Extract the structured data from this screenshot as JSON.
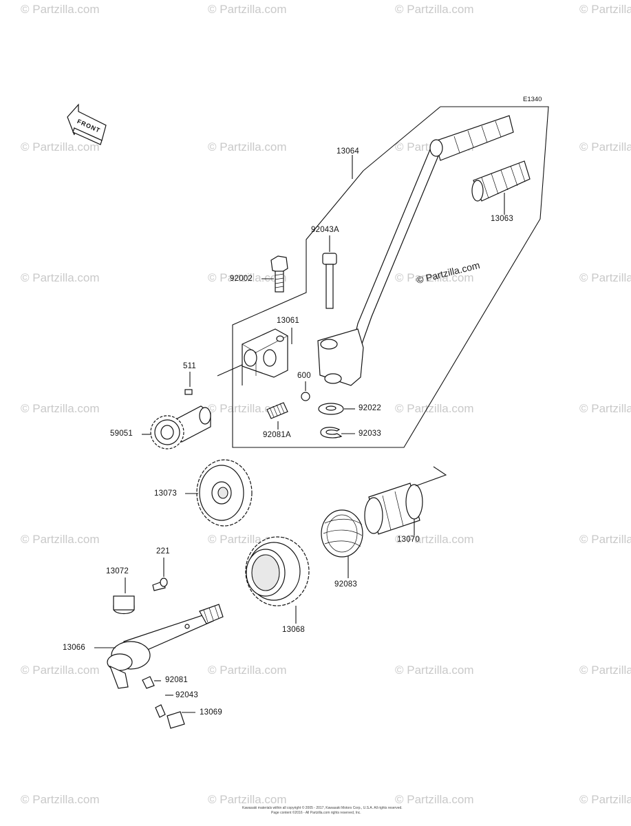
{
  "diagram_code": "E1340",
  "front_label": "FRONT",
  "center_watermark": "© Partzilla.com",
  "watermark_text": "© Partzilla.com",
  "footer_line1": "Kawasaki materials within all copyright © 2005 - 2017, Kawasaki Motors Corp., U.S.A. All rights reserved.",
  "footer_line2": "Page content ©2016 - All Partzilla.com rights reserved, Inc.",
  "parts": {
    "p13064": "13064",
    "p13063": "13063",
    "p92043A": "92043A",
    "p92002": "92002",
    "p13061": "13061",
    "p511": "511",
    "p600": "600",
    "p92022": "92022",
    "p92033": "92033",
    "p92081A": "92081A",
    "p59051": "59051",
    "p13073": "13073",
    "p13070": "13070",
    "p92083": "92083",
    "p221": "221",
    "p13072": "13072",
    "p13068": "13068",
    "p13066": "13066",
    "p92081": "92081",
    "p92043": "92043",
    "p13069": "13069"
  }
}
